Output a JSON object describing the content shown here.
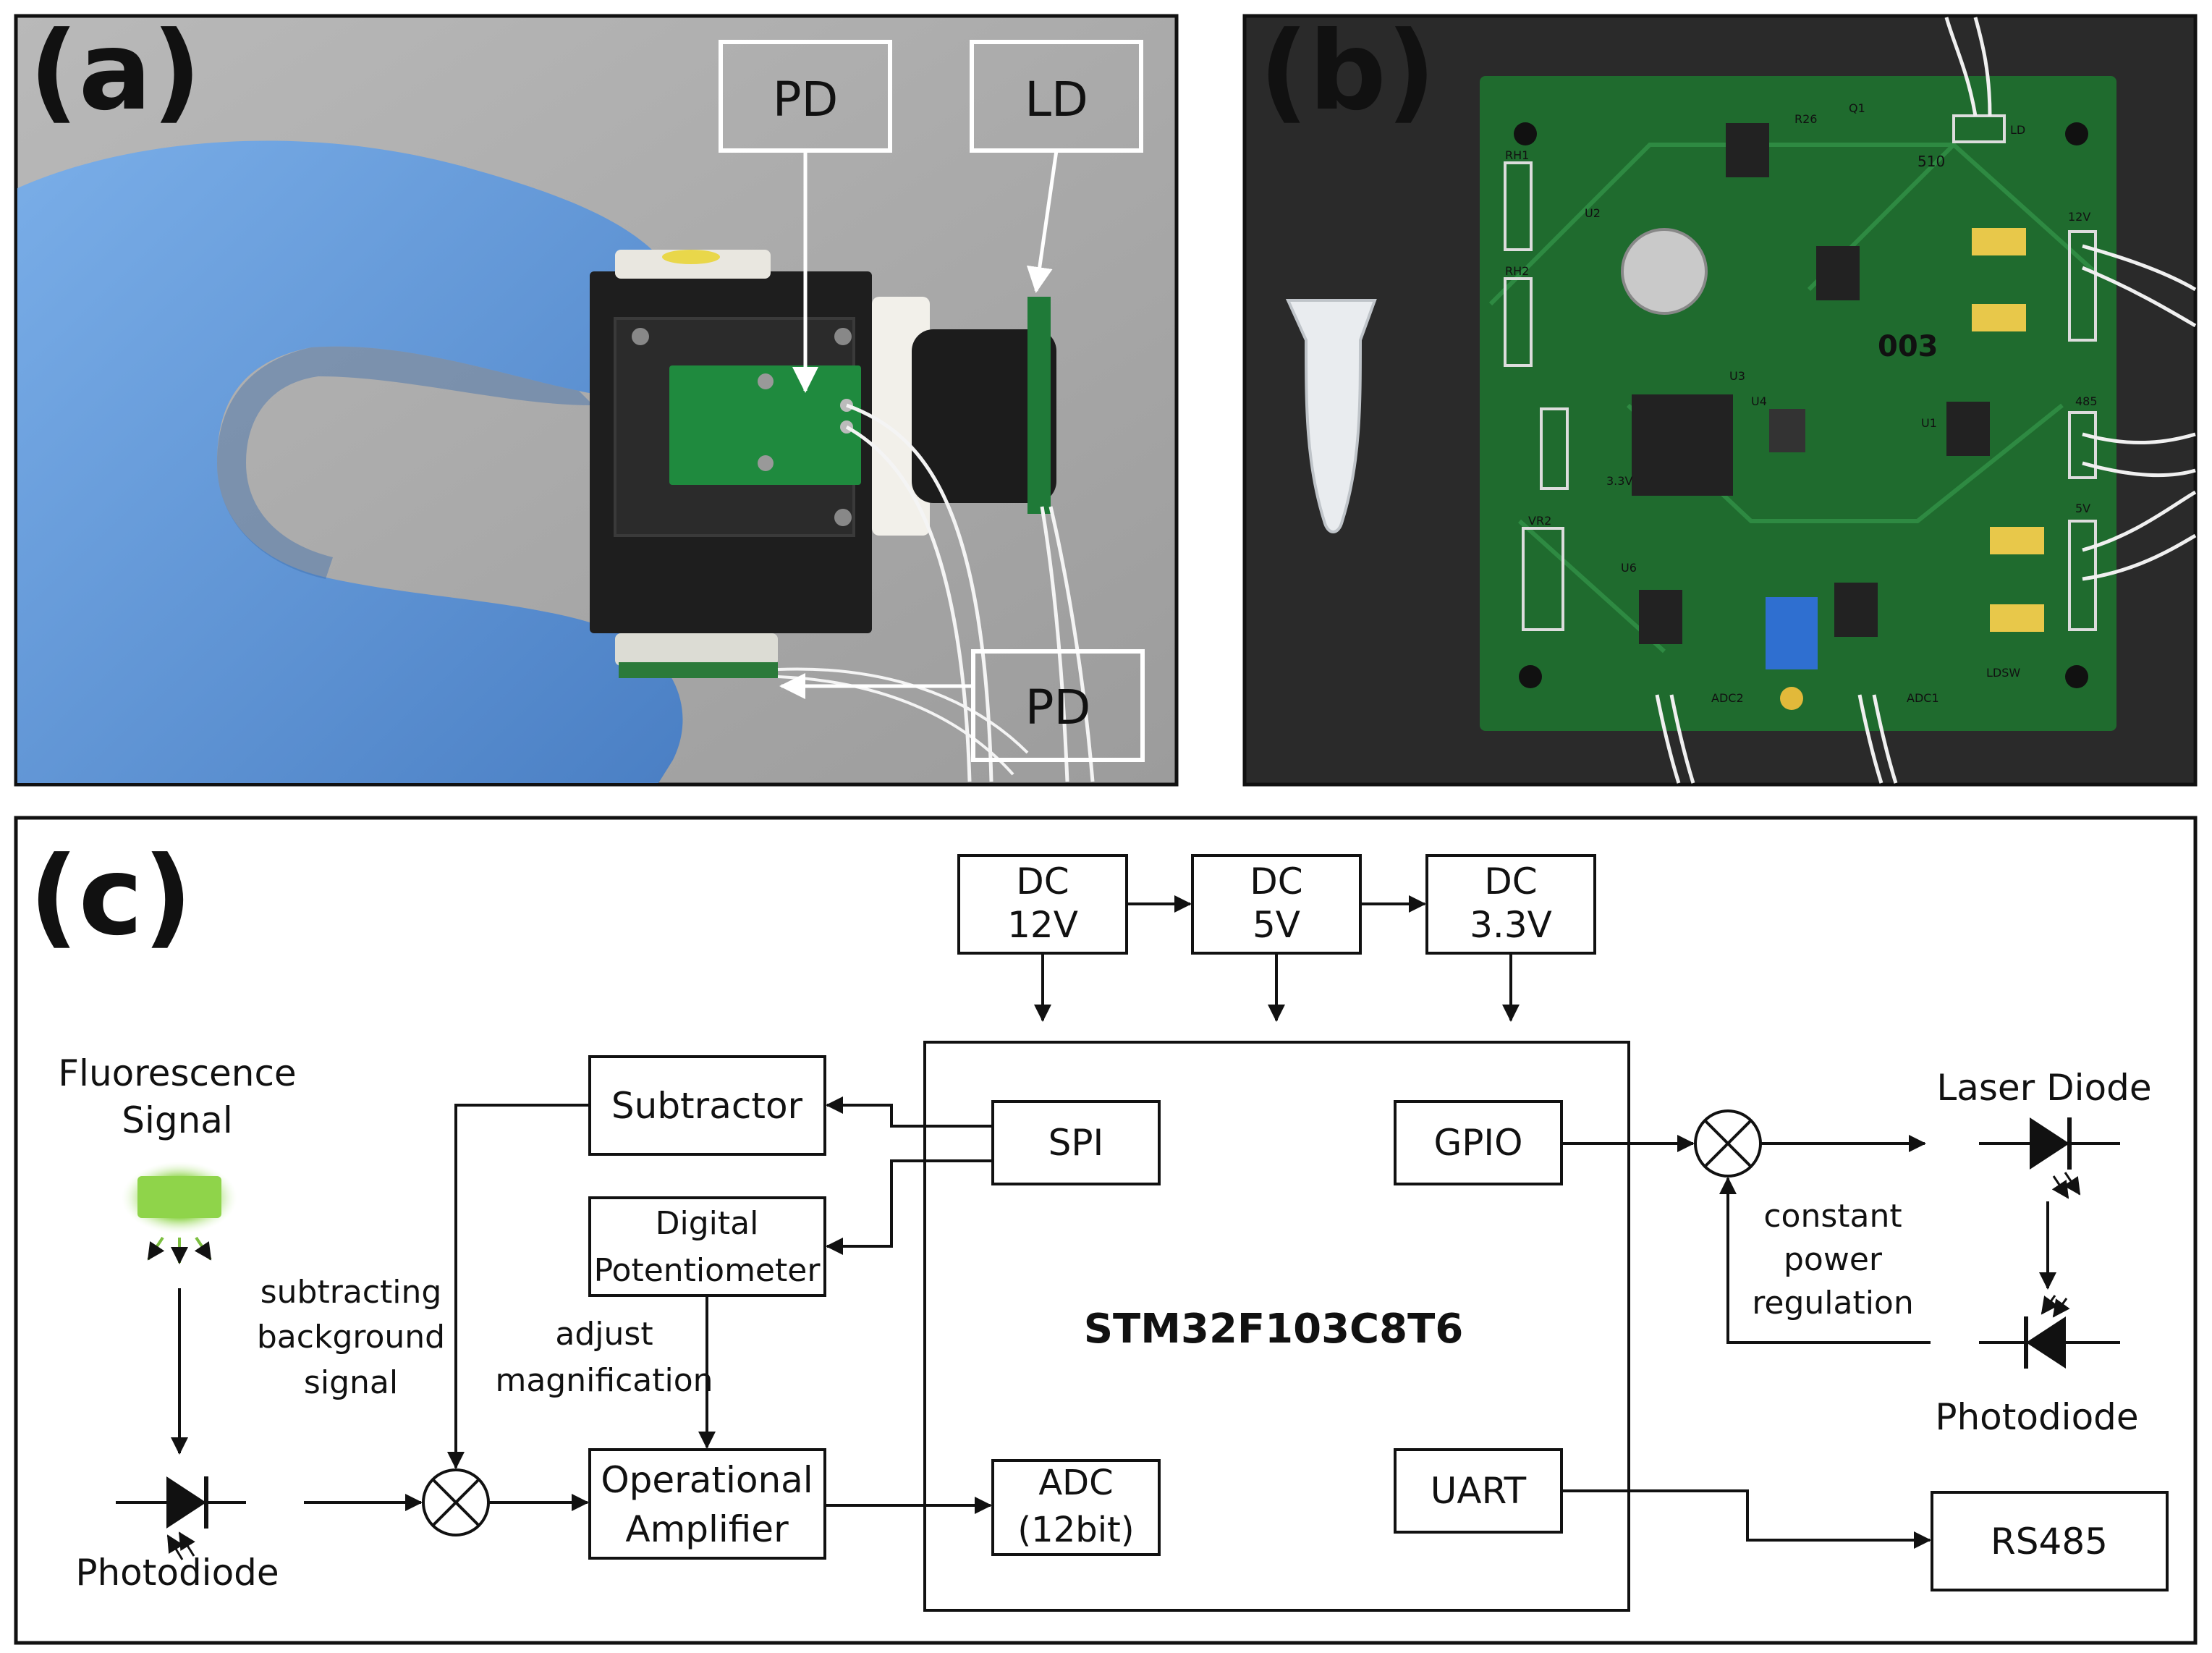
{
  "panels": {
    "a": {
      "label": "(a)",
      "callouts": {
        "pd_top": "PD",
        "ld": "LD",
        "pd_bottom": "PD"
      }
    },
    "b": {
      "label": "(b)",
      "board_id": "003",
      "silk": [
        "LD",
        "12V",
        "485",
        "5V",
        "ADC1",
        "ADC2",
        "LDSW",
        "RH1",
        "RH2",
        "VR2",
        "U2",
        "U3",
        "U4",
        "U6",
        "U1",
        "Q1",
        "R26",
        "3.3V",
        "510"
      ]
    },
    "c": {
      "label": "(c)",
      "power": {
        "dc12": {
          "l1": "DC",
          "l2": "12V"
        },
        "dc5": {
          "l1": "DC",
          "l2": "5V"
        },
        "dc33": {
          "l1": "DC",
          "l2": "3.3V"
        }
      },
      "mcu": {
        "name": "STM32F103C8T6",
        "spi": "SPI",
        "gpio": "GPIO",
        "uart": "UART",
        "adc": {
          "l1": "ADC",
          "l2": "(12bit)"
        }
      },
      "subtractor": "Subtractor",
      "digipot": {
        "l1": "Digital",
        "l2": "Potentiometer"
      },
      "opamp": {
        "l1": "Operational",
        "l2": "Amplifier"
      },
      "fluorescence": {
        "l1": "Fluorescence",
        "l2": "Signal"
      },
      "photodiode_left": "Photodiode",
      "notes": {
        "subtract": {
          "l1": "subtracting",
          "l2": "background",
          "l3": "signal"
        },
        "adjust": {
          "l1": "adjust",
          "l2": "magnification"
        },
        "regulation": {
          "l1": "constant",
          "l2": "power",
          "l3": "regulation"
        }
      },
      "laser_diode": "Laser Diode",
      "photodiode_right": "Photodiode",
      "rs485": "RS485"
    }
  },
  "colors": {
    "glove": "#5f95d8",
    "background_a": "#a8a8a8",
    "board": "#1f6b2e",
    "background_b": "#2a2a2a",
    "signal_green": "#8fd44a"
  }
}
